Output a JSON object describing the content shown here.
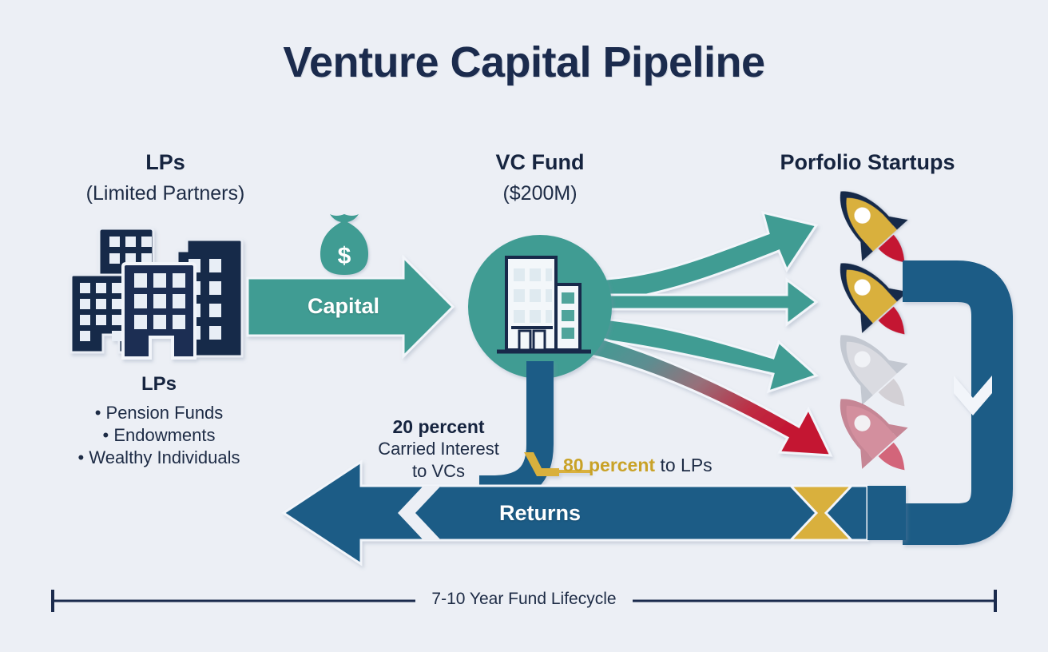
{
  "page": {
    "title": "Venture Capital Pipeline",
    "background_color": "#eceff5"
  },
  "palette": {
    "navy": "#1b2b4d",
    "teal": "#3f9c93",
    "steel_blue": "#1d5c86",
    "gold": "#d9b03c",
    "crimson": "#c41230",
    "grey_rocket": "#c9c9cf",
    "white": "#ffffff"
  },
  "nodes": {
    "lps": {
      "heading": "LPs",
      "subheading": "(Limited Partners)",
      "icon": "office-buildings-icon",
      "list_heading": "LPs",
      "list_items": [
        "• Pension Funds",
        "• Endowments",
        "• Wealthy Individuals"
      ]
    },
    "vc_fund": {
      "heading": "VC Fund",
      "subheading": "($200M)",
      "icon": "fund-building-icon"
    },
    "portfolio": {
      "heading": "Porfolio Startups",
      "startups": [
        {
          "name": "startup-success-1",
          "state": "success",
          "color": "#d9b03c",
          "opacity": 1.0
        },
        {
          "name": "startup-success-2",
          "state": "success",
          "color": "#d9b03c",
          "opacity": 1.0
        },
        {
          "name": "startup-neutral-3",
          "state": "flat",
          "color": "#c9c9cf",
          "opacity": 0.55
        },
        {
          "name": "startup-failed-4",
          "state": "failed",
          "color": "#c4566a",
          "opacity": 0.6
        }
      ]
    }
  },
  "flows": {
    "capital": {
      "label": "Capital",
      "color": "#3f9c93",
      "direction": "lps-to-fund",
      "icon": "money-bag-icon"
    },
    "deployment": {
      "arrow_colors": [
        "#3f9c93",
        "#3f9c93",
        "#3f9c93",
        "#c41230"
      ],
      "count": 4
    },
    "returns": {
      "label": "Returns",
      "color": "#1d5c86",
      "accent_color": "#d9b03c",
      "direction": "fund-to-lps"
    }
  },
  "annotations": {
    "carry_percent": "20 percent",
    "carry_line1": "Carried Interest",
    "carry_line2": "to VCs",
    "lp_split_percent": "80 percent",
    "lp_split_suffix": " to LPs",
    "lifecycle": "7-10 Year Fund Lifecycle"
  }
}
